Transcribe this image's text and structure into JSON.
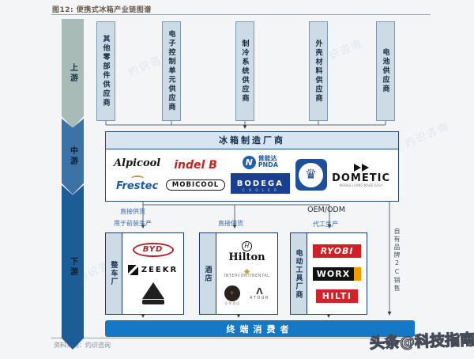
{
  "title": "图12: 便携式冰箱产业链图谱",
  "source": "资料来源：灼识咨询",
  "corner_watermark": "头条@科技指南",
  "bg_watermark": "灼识咨询",
  "stages": {
    "up": "上游",
    "mid": "中游",
    "down": "下游"
  },
  "suppliers": [
    "其他零部件供应商",
    "电子控制单元供应商",
    "制冷系统供应商",
    "外壳材料供应商",
    "电池供应商"
  ],
  "manufacturer": {
    "header": "冰箱制造厂商",
    "alpicool": "Alpicool",
    "frestec": "Frestec",
    "indelb": "indel B",
    "mobicool": "MOBICOOL",
    "pnda_glyph": "N",
    "pnda_cn": "普能达",
    "pnda_en": "PNDA",
    "bodega": "BODEGA",
    "bodega_sub": "C O O L E R",
    "crown_glyph": "♛",
    "dometic": "DOMETIC",
    "dometic_tagline": "MOBILE LIVING MADE EASY."
  },
  "flows": {
    "direct1a": "直接供货",
    "direct1b": "用于前装生产",
    "direct2": "直接供货",
    "oem1": "OEM/ODM",
    "oem2": "代工生产",
    "own_brand": "自有品牌2C销售"
  },
  "downstream": {
    "vehicle": {
      "label": "整车厂",
      "byd": "BYD",
      "zeekr": "ZEEKR"
    },
    "hotel": {
      "label": "酒店",
      "hilton_mark": "H",
      "hilton": "Hilton",
      "intercontinental": "INTERCONTINENTAL",
      "ji_glyph": "季",
      "ji_sub": "全季酒店",
      "atour_glyph": "Λ",
      "atour": "ATOUR"
    },
    "tools": {
      "label": "电动工具厂商",
      "ryobi": "RYOBI",
      "worx": "WORX",
      "hilti": "HILTI"
    }
  },
  "consumer_bar": "终端消费者"
}
